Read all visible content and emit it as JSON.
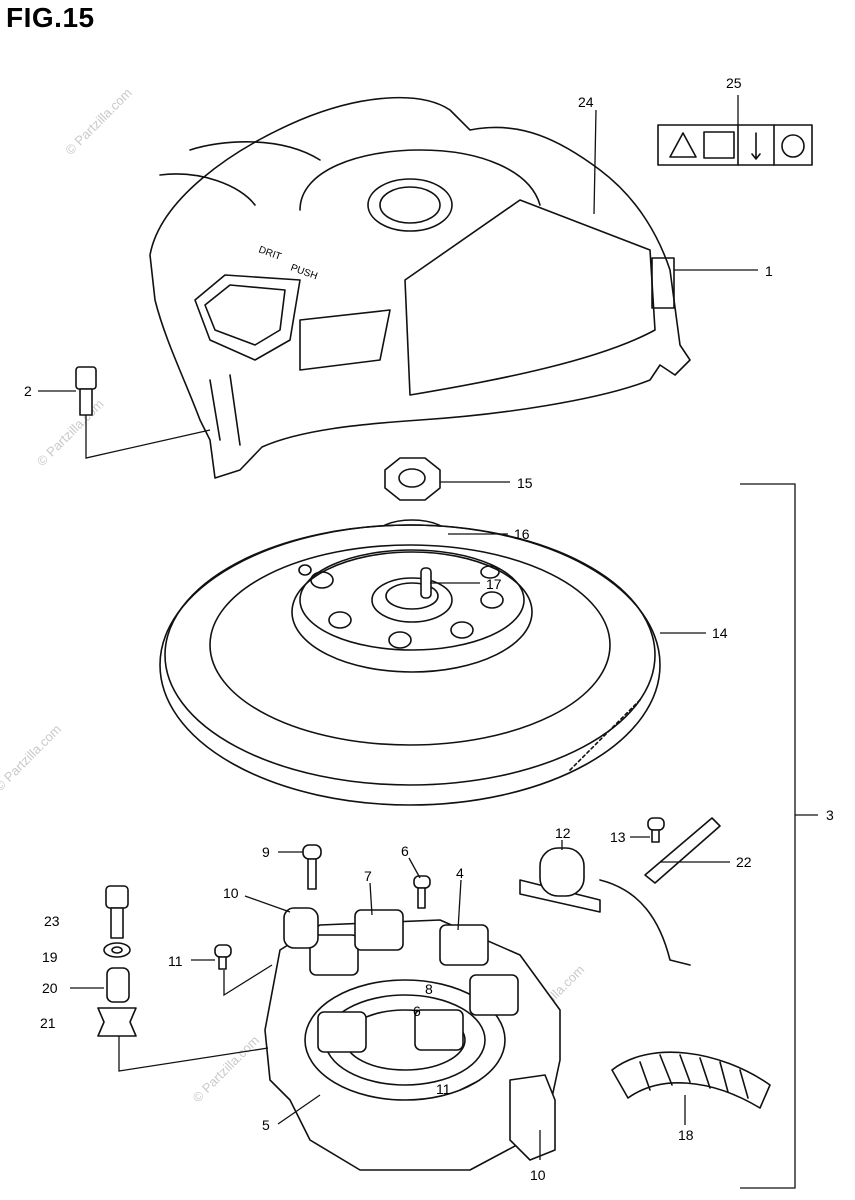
{
  "figure": {
    "title": "FIG.15"
  },
  "watermark": "© Partzilla.com",
  "labels": {
    "p1": "1",
    "p2": "2",
    "p3": "3",
    "p4": "4",
    "p5": "5",
    "p6a": "6",
    "p6b": "6",
    "p7": "7",
    "p8": "8",
    "p9": "9",
    "p10a": "10",
    "p10b": "10",
    "p11a": "11",
    "p11b": "11",
    "p12": "12",
    "p13": "13",
    "p14": "14",
    "p15": "15",
    "p16": "16",
    "p17": "17",
    "p18": "18",
    "p19": "19",
    "p20": "20",
    "p21": "21",
    "p22": "22",
    "p23": "23",
    "p24": "24",
    "p25": "25"
  },
  "cover_text": {
    "line1": "DRIT",
    "line2": "PUSH"
  }
}
